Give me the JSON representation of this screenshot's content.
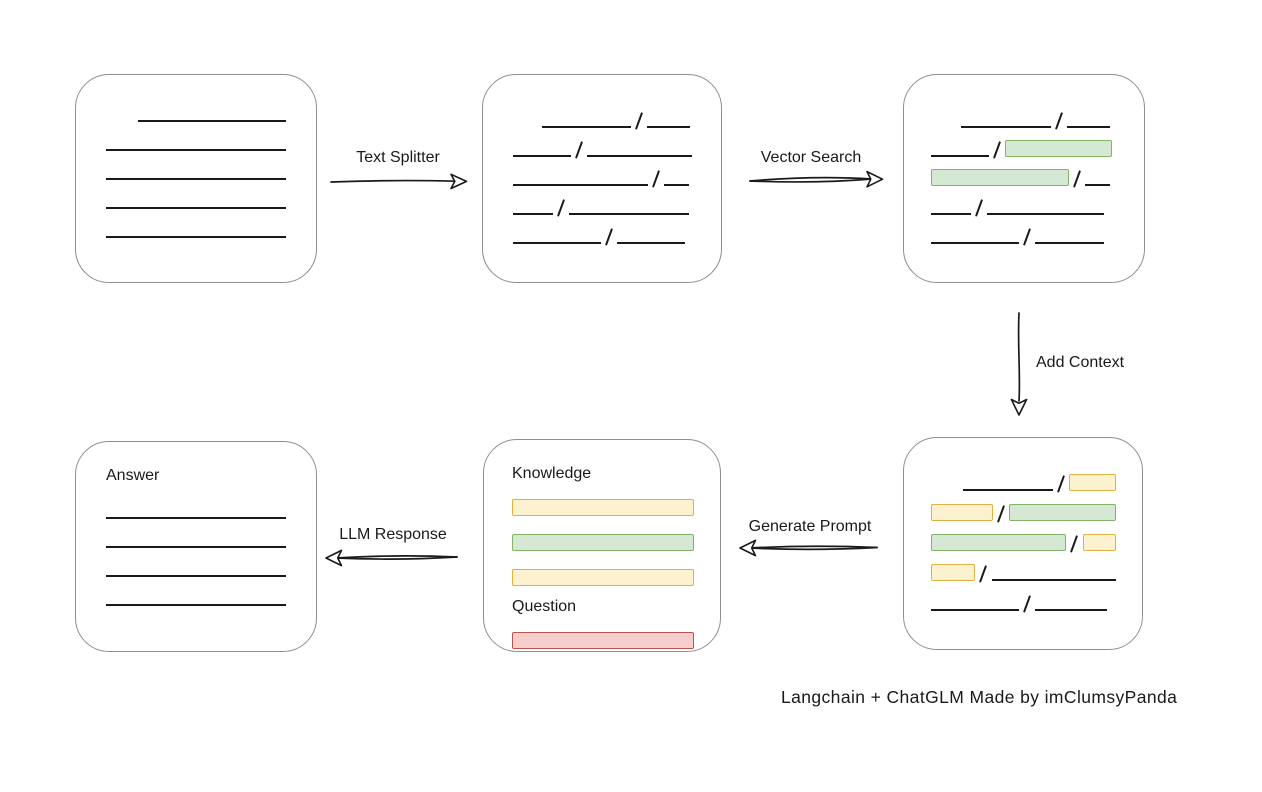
{
  "caption": "Langchain + ChatGLM Made by imClumsyPanda",
  "colors": {
    "ink": "#1a1a1a",
    "box_border": "#8f8f8f",
    "green_fill": "#d5e8d4",
    "green_border": "#82b366",
    "yellow_fill": "#fdf2d0",
    "yellow_border": "#ddb242",
    "red_fill": "#f8cecc",
    "red_border": "#b85450"
  },
  "labels": {
    "text_splitter": "Text Splitter",
    "vector_search": "Vector Search",
    "add_context": "Add Context",
    "generate_prompt": "Generate Prompt",
    "llm_response": "LLM Response"
  },
  "boxes": {
    "document": {
      "rows": [
        [
          {
            "k": "l",
            "w": 148,
            "i": 32
          }
        ],
        [
          {
            "k": "l",
            "w": 180
          }
        ],
        [
          {
            "k": "l",
            "w": 180
          }
        ],
        [
          {
            "k": "l",
            "w": 180
          }
        ],
        [
          {
            "k": "l",
            "w": 180
          }
        ]
      ]
    },
    "chunks": {
      "rows": [
        [
          {
            "k": "l",
            "w": 89,
            "i": 29
          },
          {
            "k": "s"
          },
          {
            "k": "l",
            "w": 43
          }
        ],
        [
          {
            "k": "l",
            "w": 58
          },
          {
            "k": "s"
          },
          {
            "k": "l",
            "w": 105
          }
        ],
        [
          {
            "k": "l",
            "w": 135
          },
          {
            "k": "s"
          },
          {
            "k": "l",
            "w": 25
          }
        ],
        [
          {
            "k": "l",
            "w": 40
          },
          {
            "k": "s"
          },
          {
            "k": "l",
            "w": 120
          }
        ],
        [
          {
            "k": "l",
            "w": 88
          },
          {
            "k": "s"
          },
          {
            "k": "l",
            "w": 68
          }
        ]
      ]
    },
    "matched": {
      "rows": [
        [
          {
            "k": "l",
            "w": 90,
            "i": 30
          },
          {
            "k": "s"
          },
          {
            "k": "l",
            "w": 43
          }
        ],
        [
          {
            "k": "l",
            "w": 58
          },
          {
            "k": "s"
          },
          {
            "k": "c",
            "c": "green",
            "w": 107
          }
        ],
        [
          {
            "k": "c",
            "c": "green",
            "w": 138
          },
          {
            "k": "s"
          },
          {
            "k": "l",
            "w": 25
          }
        ],
        [
          {
            "k": "l",
            "w": 40
          },
          {
            "k": "s"
          },
          {
            "k": "l",
            "w": 117
          }
        ],
        [
          {
            "k": "l",
            "w": 88
          },
          {
            "k": "s"
          },
          {
            "k": "l",
            "w": 69
          }
        ]
      ]
    },
    "context": {
      "rows": [
        [
          {
            "k": "l",
            "w": 91,
            "i": 32
          },
          {
            "k": "s"
          },
          {
            "k": "c",
            "c": "yellow",
            "w": 47
          }
        ],
        [
          {
            "k": "c",
            "c": "yellow",
            "w": 62
          },
          {
            "k": "s"
          },
          {
            "k": "c",
            "c": "green",
            "w": 107
          }
        ],
        [
          {
            "k": "c",
            "c": "green",
            "w": 138
          },
          {
            "k": "s"
          },
          {
            "k": "c",
            "c": "yellow",
            "w": 34
          }
        ],
        [
          {
            "k": "c",
            "c": "yellow",
            "w": 45
          },
          {
            "k": "s"
          },
          {
            "k": "l",
            "w": 127
          }
        ],
        [
          {
            "k": "l",
            "w": 88
          },
          {
            "k": "s"
          },
          {
            "k": "l",
            "w": 72
          }
        ]
      ]
    },
    "prompt": {
      "knowledge_label": "Knowledge",
      "question_label": "Question",
      "knowledge_rows": [
        [
          {
            "k": "c",
            "c": "yellow",
            "w": 183
          }
        ],
        [
          {
            "k": "c",
            "c": "green",
            "w": 183
          }
        ],
        [
          {
            "k": "c",
            "c": "yellow",
            "w": 183
          }
        ]
      ],
      "question_rows": [
        [
          {
            "k": "c",
            "c": "red",
            "w": 183
          }
        ]
      ]
    },
    "answer": {
      "title": "Answer",
      "rows": [
        [
          {
            "k": "l",
            "w": 180
          }
        ],
        [
          {
            "k": "l",
            "w": 180
          }
        ],
        [
          {
            "k": "l",
            "w": 180
          }
        ],
        [
          {
            "k": "l",
            "w": 180
          }
        ]
      ]
    }
  }
}
